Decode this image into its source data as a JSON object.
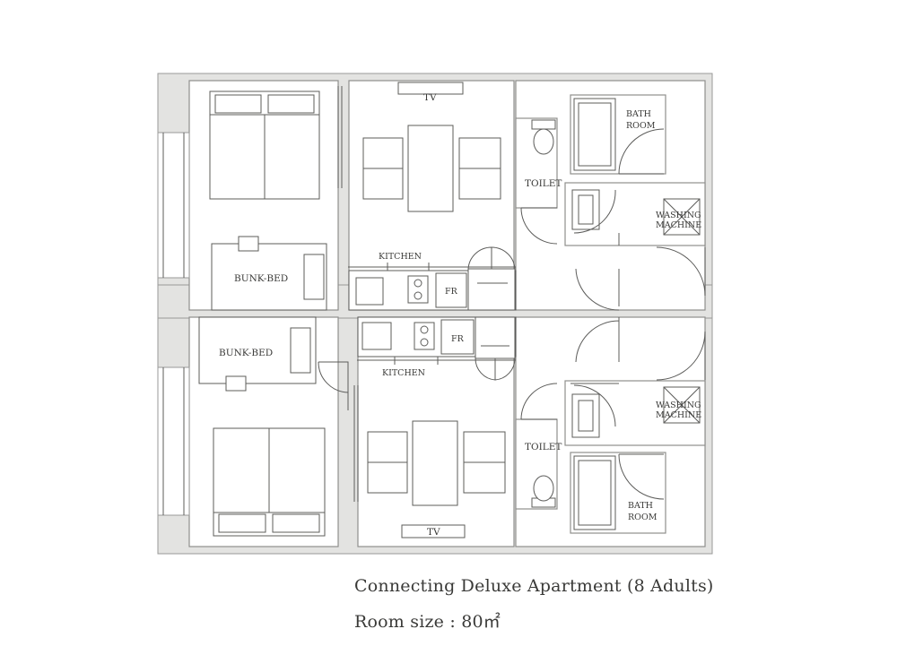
{
  "labels": {
    "tv": "TV",
    "bath_line1": "BATH",
    "bath_line2": "ROOM",
    "toilet": "TOILET",
    "washing_line1": "WASHING",
    "washing_line2": "MACHINE",
    "kitchen": "KITCHEN",
    "fr": "FR",
    "bunk_bed": "BUNK-BED"
  },
  "caption": {
    "title": "Connecting Deluxe Apartment (8 Adults)",
    "room_size": "Room size : 80㎡"
  }
}
